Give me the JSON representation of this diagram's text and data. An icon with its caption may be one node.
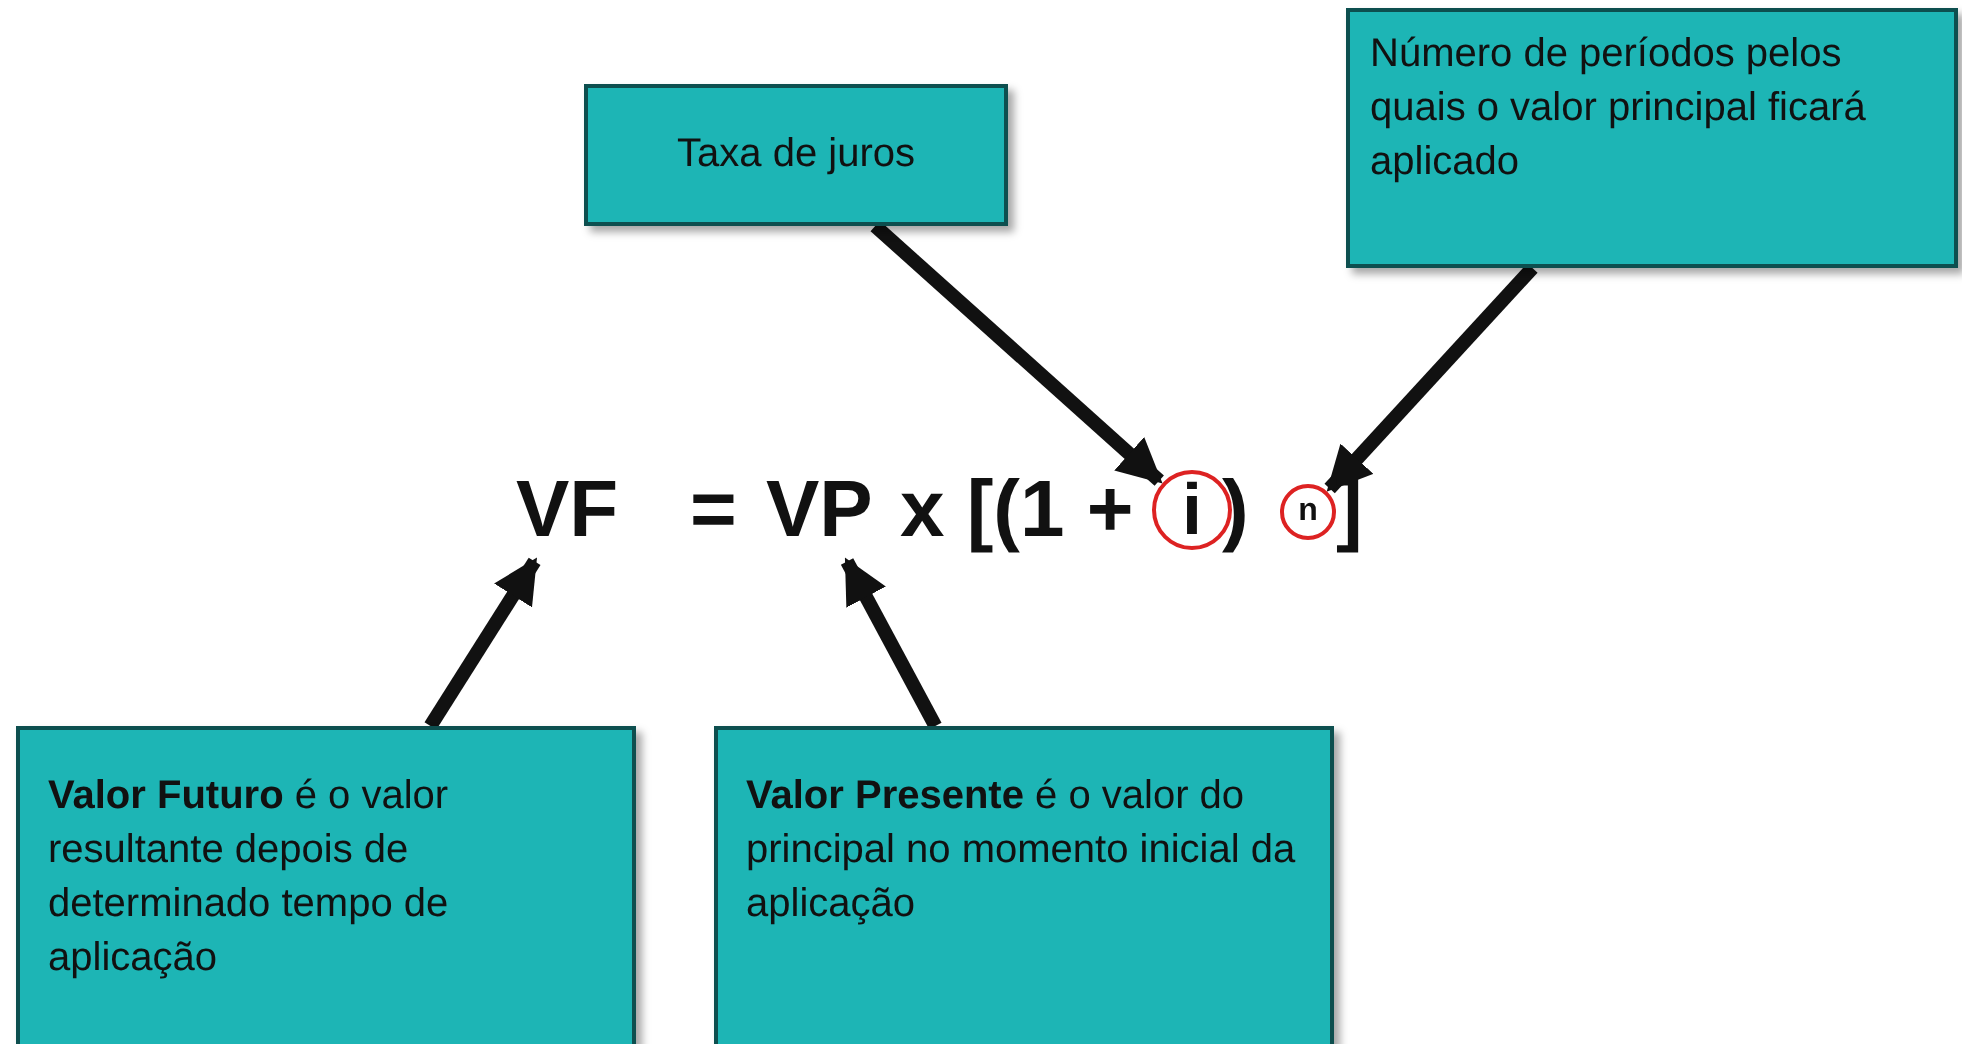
{
  "diagram": {
    "nodes": [
      {
        "text": [
          "Taxa de juros"
        ]
      },
      {
        "text": [
          "Número de períodos pelos quais o valor principal ficará aplicado"
        ]
      },
      {
        "text": [
          "VF"
        ]
      },
      {
        "text": [
          "VP"
        ]
      },
      {
        "text": [
          "i"
        ]
      },
      {
        "text": [
          "n"
        ]
      },
      {
        "text": [
          "**Valor Futuro** é o valor resultante depois de determinado tempo de aplicação"
        ]
      },
      {
        "text": [
          "**Valor Presente** é o valor do principal no momento inicial da aplicação"
        ]
      }
    ],
    "edges": [
      {
        "from": 0,
        "to": 4,
        "arrow": "to"
      },
      {
        "from": 1,
        "to": 5,
        "arrow": "to"
      },
      {
        "from": 6,
        "to": 2,
        "arrow": "to"
      },
      {
        "from": 7,
        "to": 3,
        "arrow": "to"
      }
    ],
    "labels": [
      "=",
      "x [(1 +",
      ")",
      "]"
    ]
  }
}
